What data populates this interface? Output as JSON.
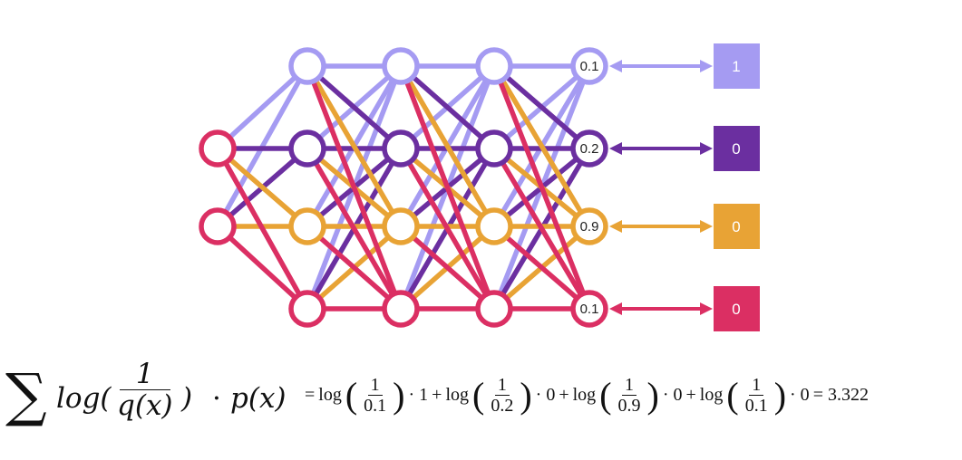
{
  "colors": {
    "lavender": "#A59BF2",
    "purple": "#6B2FA0",
    "orange": "#E8A335",
    "pink": "#DB2F63"
  },
  "network": {
    "input_nodes": 2,
    "hidden_layers": 3,
    "output_nodes": 4,
    "output_values": [
      "0.1",
      "0.2",
      "0.9",
      "0.1"
    ],
    "target_values": [
      "1",
      "0",
      "0",
      "0"
    ]
  },
  "formula": {
    "lhs": {
      "sigma": "∑",
      "log": "log(",
      "numerator": "1",
      "denominator": "q(x)",
      "close": ")",
      "dot": "·",
      "px": "p(x)"
    },
    "rhs": {
      "equals": "=",
      "terms": [
        {
          "log": "log",
          "num": "1",
          "den": "0.1",
          "mult": "· 1"
        },
        {
          "log": "log",
          "num": "1",
          "den": "0.2",
          "mult": "· 0"
        },
        {
          "log": "log",
          "num": "1",
          "den": "0.9",
          "mult": "· 0"
        },
        {
          "log": "log",
          "num": "1",
          "den": "0.1",
          "mult": "· 0"
        }
      ],
      "plus": "+",
      "result": "= 3.322"
    }
  }
}
